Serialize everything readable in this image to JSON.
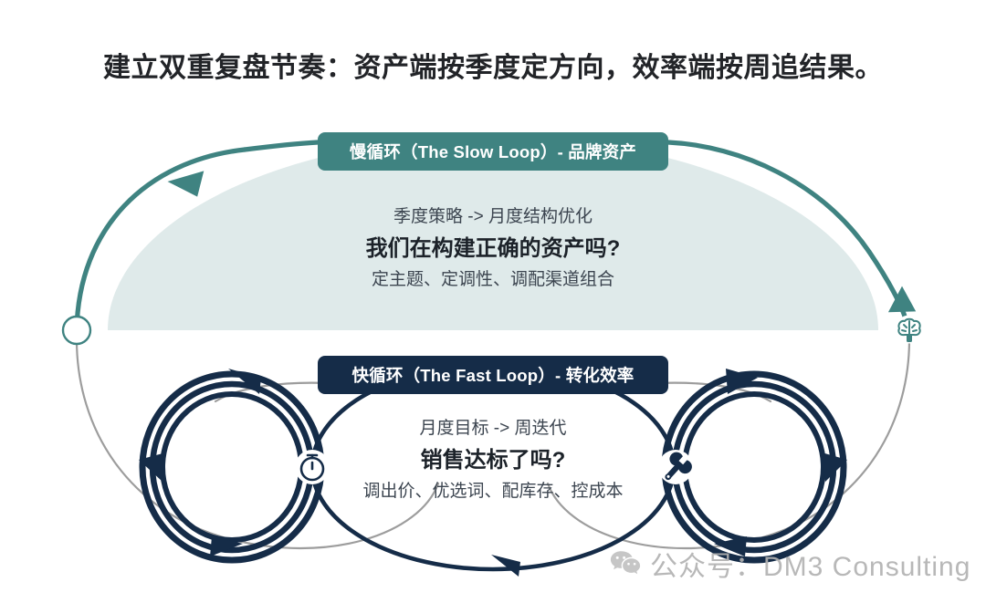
{
  "title": "建立双重复盘节奏：资产端按季度定方向，效率端按周追结果。",
  "slow_loop": {
    "badge_label": "慢循环（The Slow Loop）- 品牌资产",
    "cadence": "季度策略 -> 月度结构优化",
    "headline": "我们在构建正确的资产吗?",
    "detail": "定主题、定调性、调配渠道组合",
    "start_icon": "compass-icon",
    "end_icon": "brain-icon",
    "color": "#3f8381",
    "fill_color": "#dfeaea"
  },
  "fast_loop": {
    "badge_label": "快循环（The Fast Loop）- 转化效率",
    "cadence": "月度目标 -> 周迭代",
    "headline": "销售达标了吗?",
    "detail": "调出价、优选词、配库存、控成本",
    "left_icon": "stopwatch-icon",
    "right_icon": "wrench-icon",
    "color": "#152c48"
  },
  "watermark": {
    "icon": "wechat-icon",
    "text": "公众号：DM3 Consulting",
    "color": "#b2b2b2"
  },
  "colors": {
    "teal": "#3f8381",
    "teal_fill": "#dfeaea",
    "navy": "#152c48",
    "title": "#222428",
    "body_text": "#3c4550",
    "thin_link": "#9a9a9a"
  }
}
